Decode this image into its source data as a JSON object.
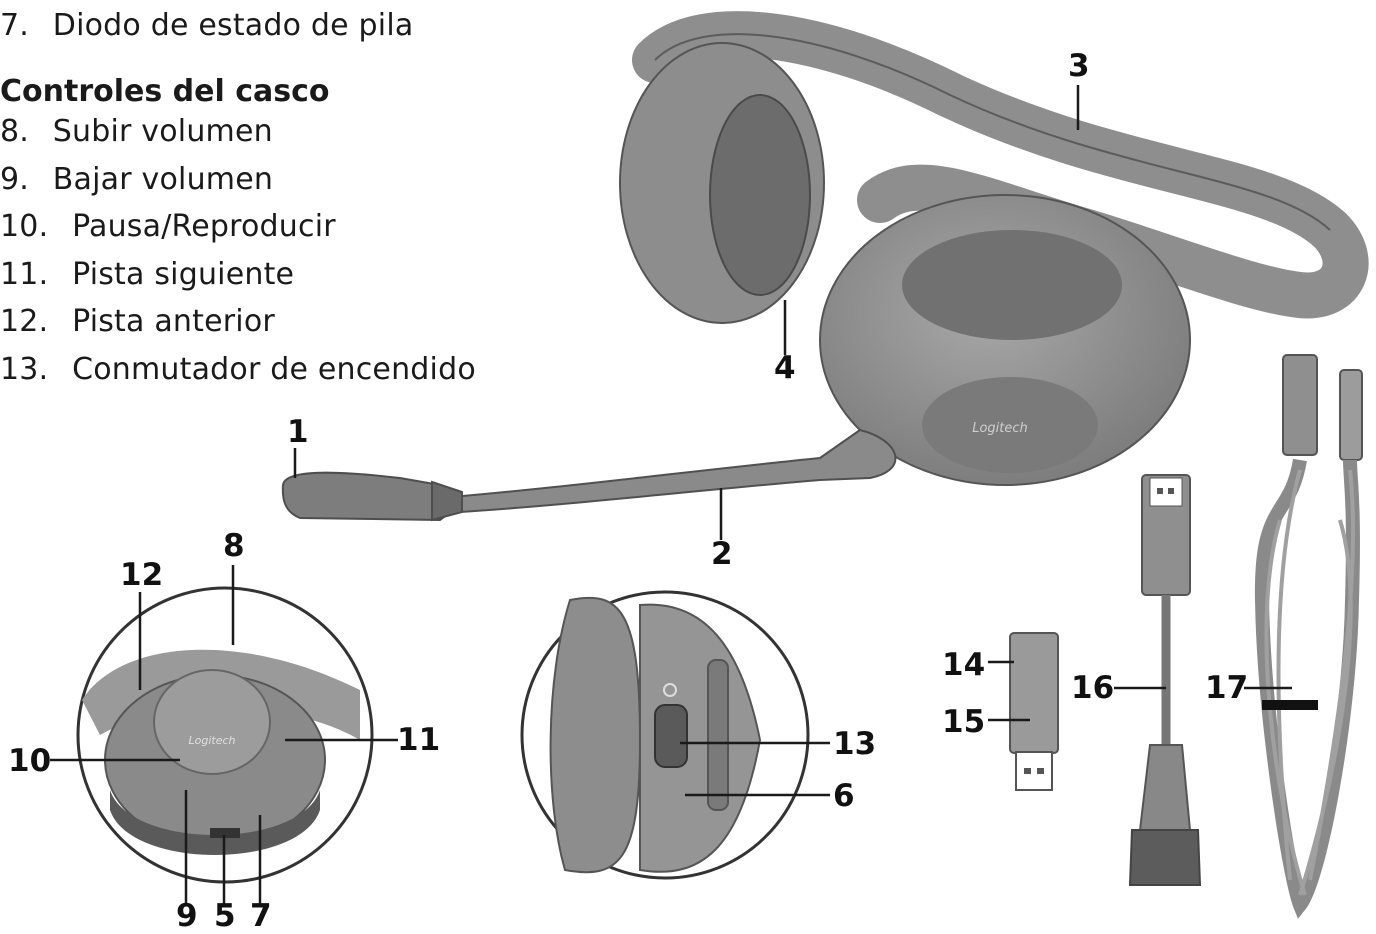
{
  "legend": {
    "items_top": [
      {
        "number": "7.",
        "label": "Diodo de estado de pila"
      }
    ],
    "section_title": "Controles del casco",
    "items": [
      {
        "number": "8.",
        "label": "Subir volumen"
      },
      {
        "number": "9.",
        "label": "Bajar volumen"
      },
      {
        "number": "10.",
        "label": "Pausa/Reproducir"
      },
      {
        "number": "11.",
        "label": "Pista siguiente"
      },
      {
        "number": "12.",
        "label": "Pista anterior"
      },
      {
        "number": "13.",
        "label": "Conmutador de encendido"
      }
    ]
  },
  "callouts": [
    "1",
    "2",
    "3",
    "4",
    "5",
    "6",
    "7",
    "8",
    "9",
    "10",
    "11",
    "12",
    "13",
    "14",
    "15",
    "16",
    "17"
  ],
  "colors": {
    "shell": "#8c8c8c",
    "shell_light": "#a3a3a3",
    "shell_dark": "#5e5e5e",
    "outline": "#333333"
  }
}
